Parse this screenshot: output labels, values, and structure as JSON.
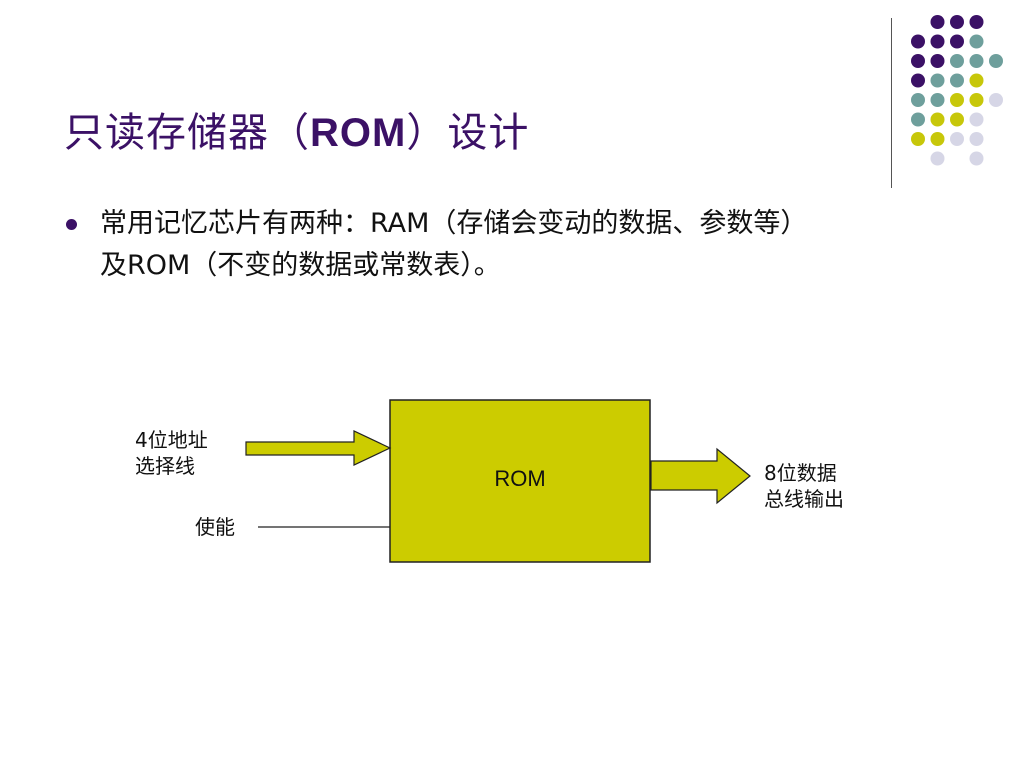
{
  "slide": {
    "title_prefix": "只读存储器（",
    "title_rom": "ROM",
    "title_suffix": "）设计",
    "bullet_line1": "常用记忆芯片有两种：RAM（存储会变动的数据、参数等）",
    "bullet_line2": "及ROM（不变的数据或常数表）。"
  },
  "diagram": {
    "rom_label": "ROM",
    "addr_label_line1": "4位地址",
    "addr_label_line2": "选择线",
    "enable_label": "使能",
    "output_label_line1": "8位数据",
    "output_label_line2": "总线输出"
  },
  "colors": {
    "title": "#3b1166",
    "block_fill": "#cccc00",
    "dot_purple": "#3b1166",
    "dot_teal": "#6e9f9c",
    "dot_yellow": "#c7c70a",
    "dot_lavender": "#d6d6e6"
  }
}
